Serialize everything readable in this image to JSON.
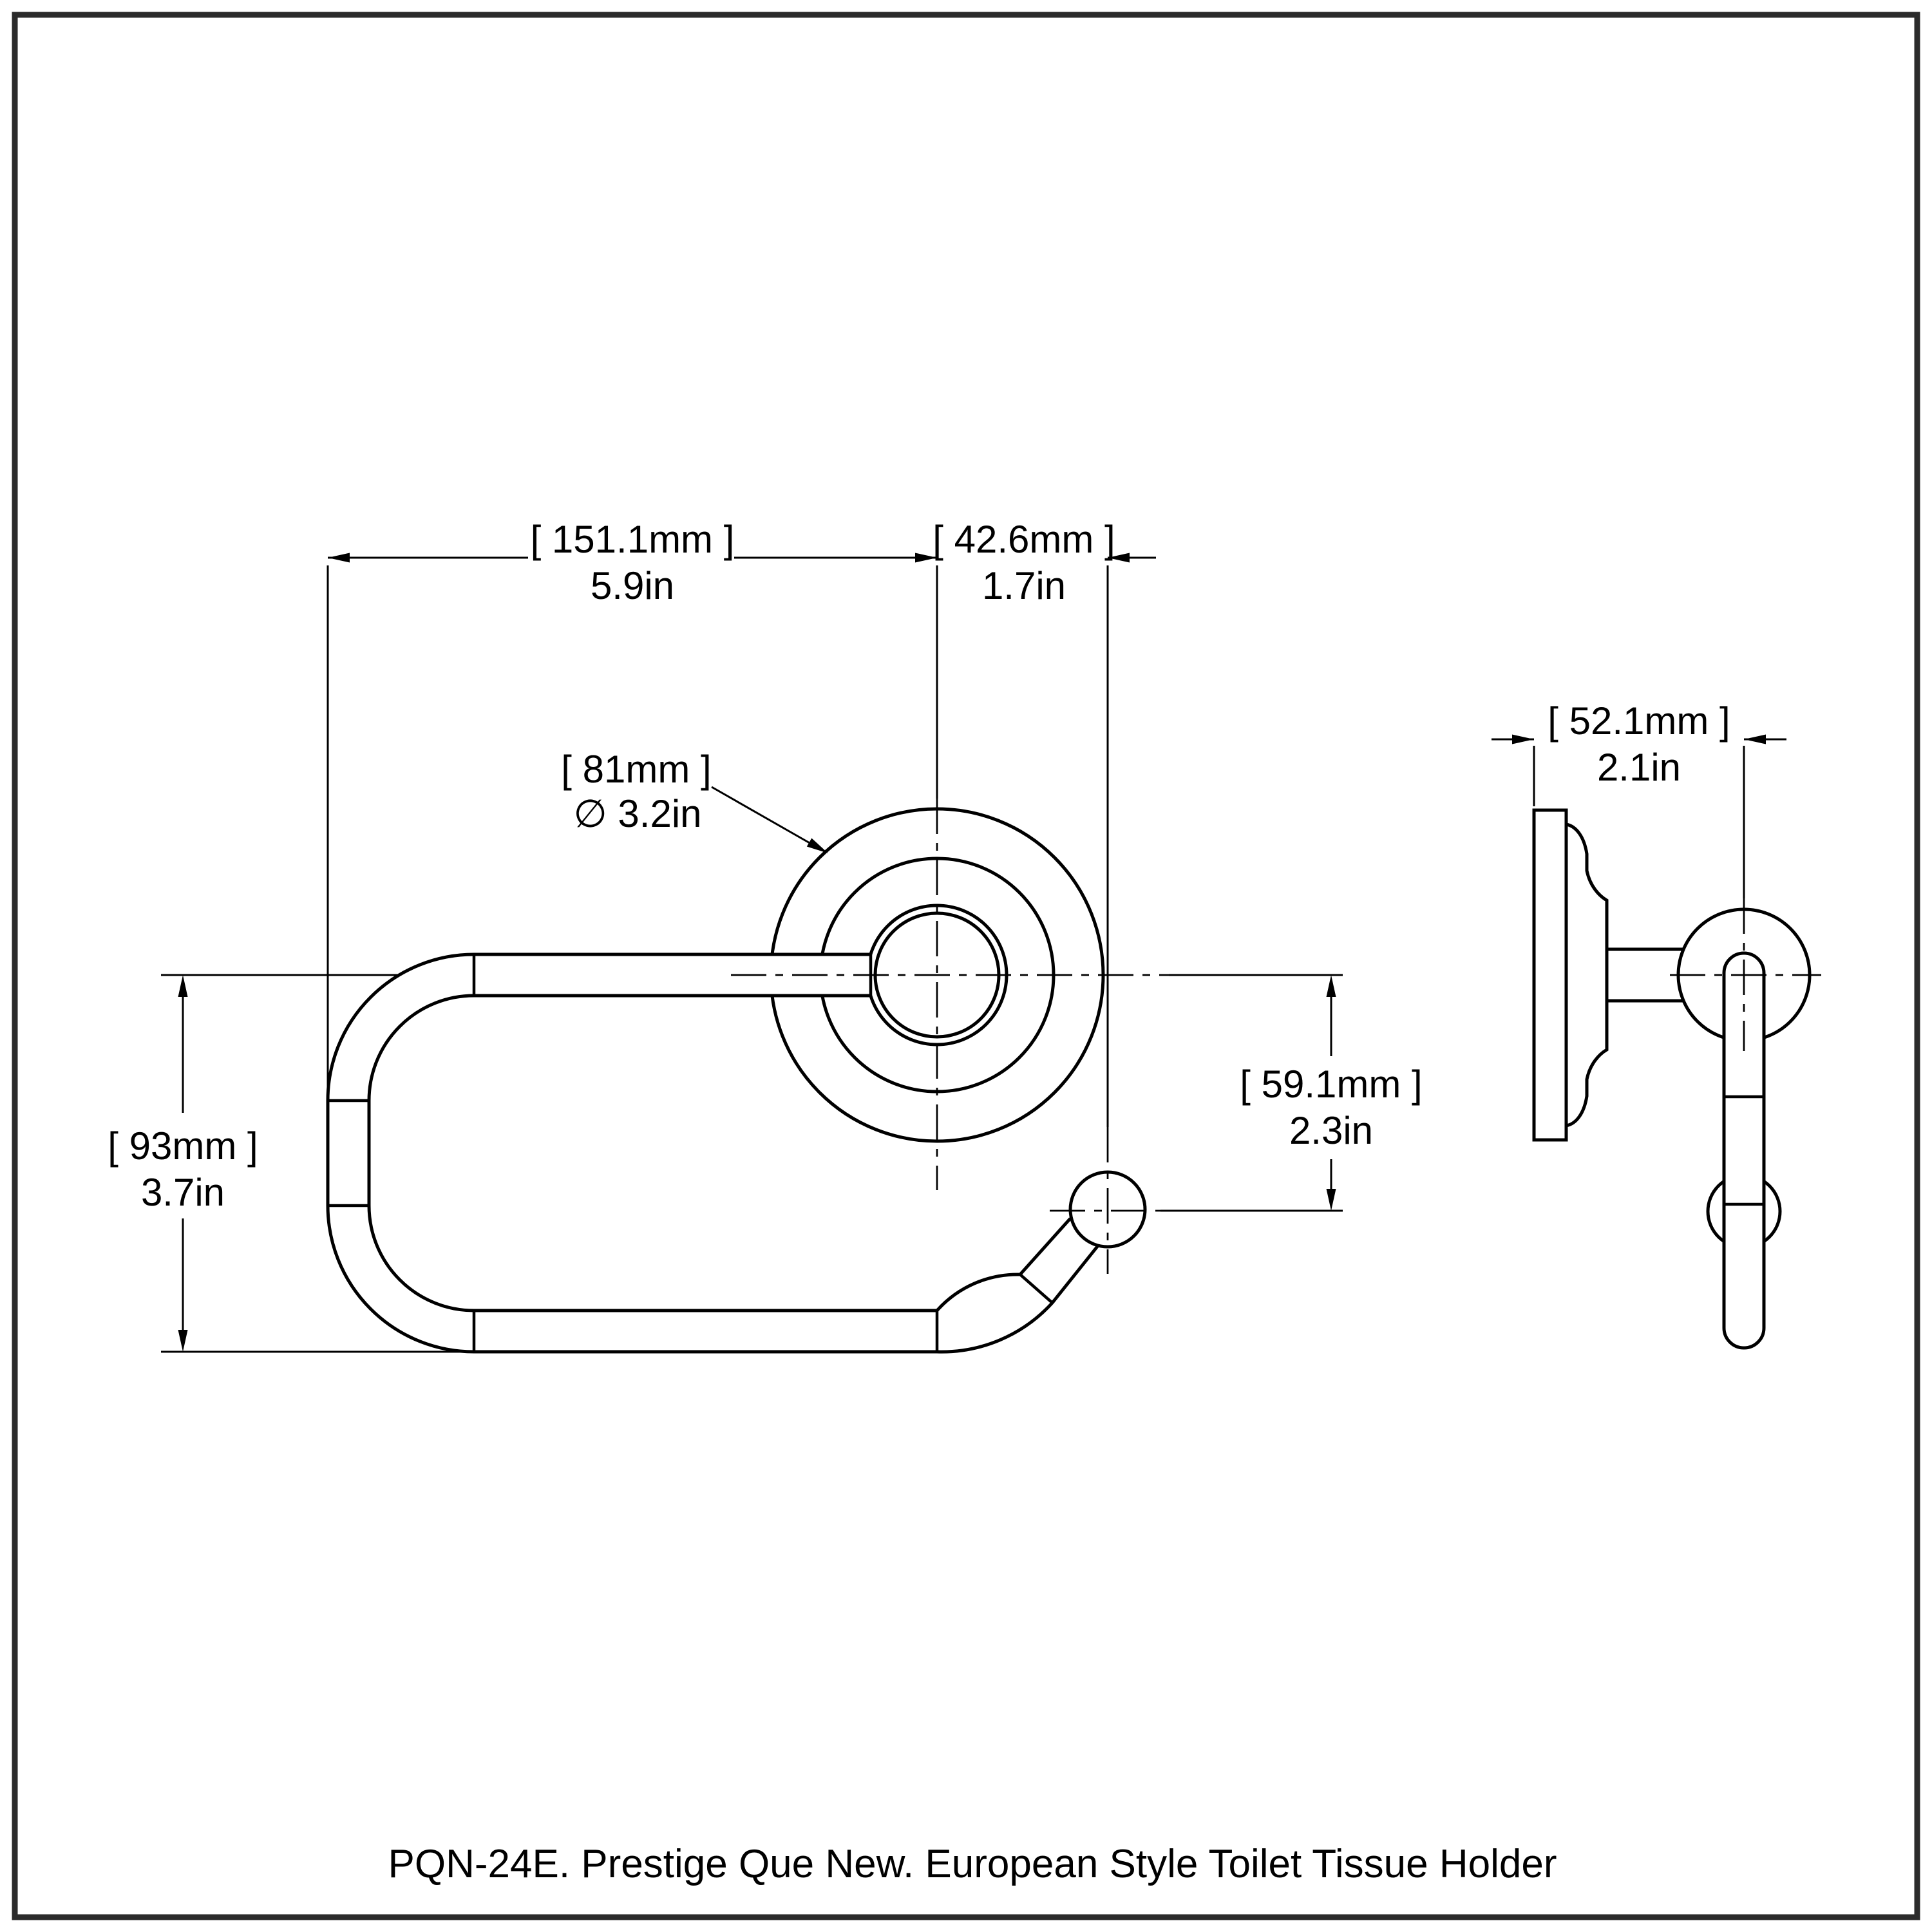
{
  "caption": "PQN-24E. Prestige Que New. European Style Toilet Tissue Holder",
  "colors": {
    "background": "#ffffff",
    "ink": "#000000",
    "frame": "#2b2b2b"
  },
  "dims": {
    "width": {
      "mm": "[ 151.1mm ]",
      "in": "5.9in"
    },
    "offset": {
      "mm": "[ 42.6mm ]",
      "in": "1.7in"
    },
    "diameter": {
      "mm": "[ 81mm ]",
      "in": "∅ 3.2in"
    },
    "height": {
      "mm": "[ 93mm ]",
      "in": "3.7in"
    },
    "drop": {
      "mm": "[ 59.1mm ]",
      "in": "2.3in"
    },
    "projection": {
      "mm": "[ 52.1mm ]",
      "in": "2.1in"
    }
  }
}
